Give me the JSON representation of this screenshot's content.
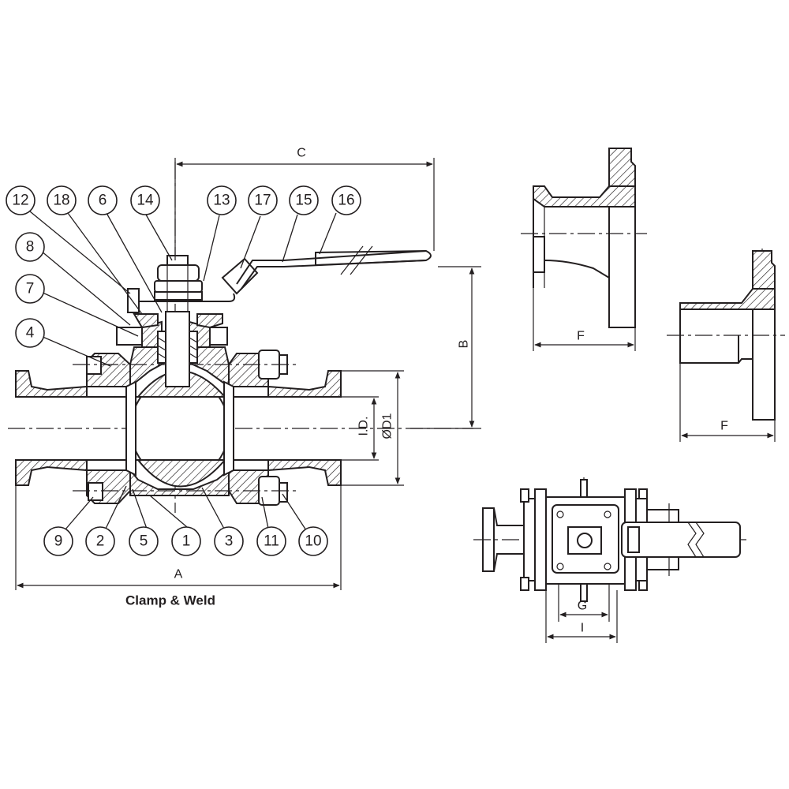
{
  "drawing": {
    "caption": "Clamp & Weld",
    "balloons": [
      "12",
      "18",
      "6",
      "14",
      "13",
      "17",
      "15",
      "16",
      "8",
      "7",
      "4",
      "9",
      "2",
      "5",
      "1",
      "3",
      "11",
      "10"
    ],
    "dimensions": {
      "A": "A",
      "B": "B",
      "C": "C",
      "ID": "I.D.",
      "D1": "ØD1",
      "F_clamp": "F",
      "F_weld": "F",
      "G": "G",
      "I": "I"
    }
  }
}
